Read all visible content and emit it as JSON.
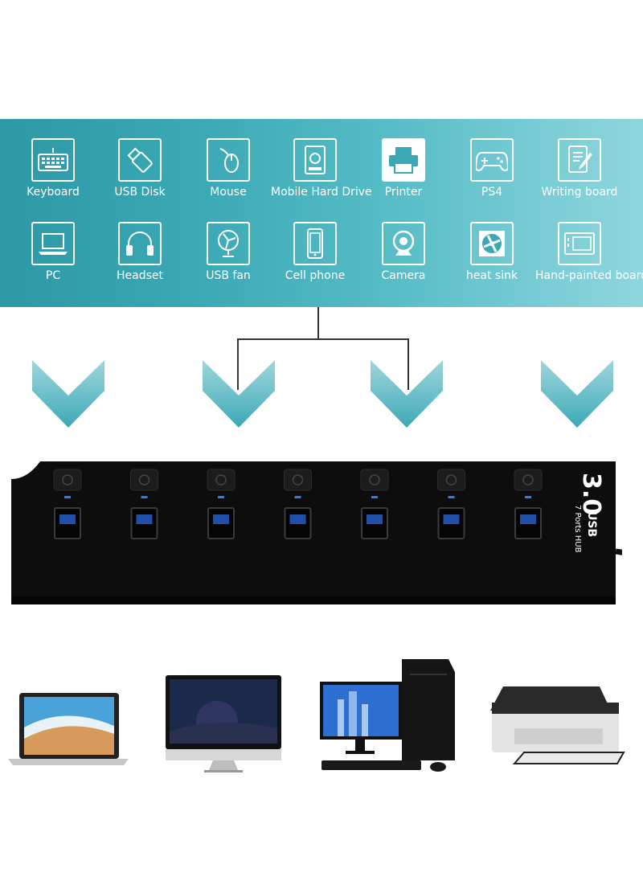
{
  "colors": {
    "banner": "#3aa8b5",
    "chevron": "#4fb3c0",
    "hub": "#0d0d0d",
    "led": "#2f7cf0"
  },
  "devices_row1": [
    {
      "label": "Keyboard",
      "icon": "keyboard-icon"
    },
    {
      "label": "USB Disk",
      "icon": "usb-disk-icon"
    },
    {
      "label": "Mouse",
      "icon": "mouse-icon"
    },
    {
      "label": "Mobile Hard Drive",
      "icon": "hard-drive-icon"
    },
    {
      "label": "Printer",
      "icon": "printer-icon"
    },
    {
      "label": "PS4",
      "icon": "gamepad-icon"
    },
    {
      "label": "Writing board",
      "icon": "writing-board-icon"
    }
  ],
  "devices_row2": [
    {
      "label": "PC",
      "icon": "laptop-icon"
    },
    {
      "label": "Headset",
      "icon": "headset-icon"
    },
    {
      "label": "USB fan",
      "icon": "fan-icon"
    },
    {
      "label": "Cell phone",
      "icon": "cell-phone-icon"
    },
    {
      "label": "Camera",
      "icon": "webcam-icon"
    },
    {
      "label": "heat sink",
      "icon": "heat-sink-icon"
    },
    {
      "label": "Hand-painted board",
      "icon": "drawing-tablet-icon"
    }
  ],
  "hub": {
    "version": "3.0",
    "brand": "USB",
    "ports_label": "7 Ports HUB",
    "port_count": 7
  },
  "bottom_devices": [
    "laptop",
    "monitor",
    "desktop-computer",
    "printer"
  ]
}
